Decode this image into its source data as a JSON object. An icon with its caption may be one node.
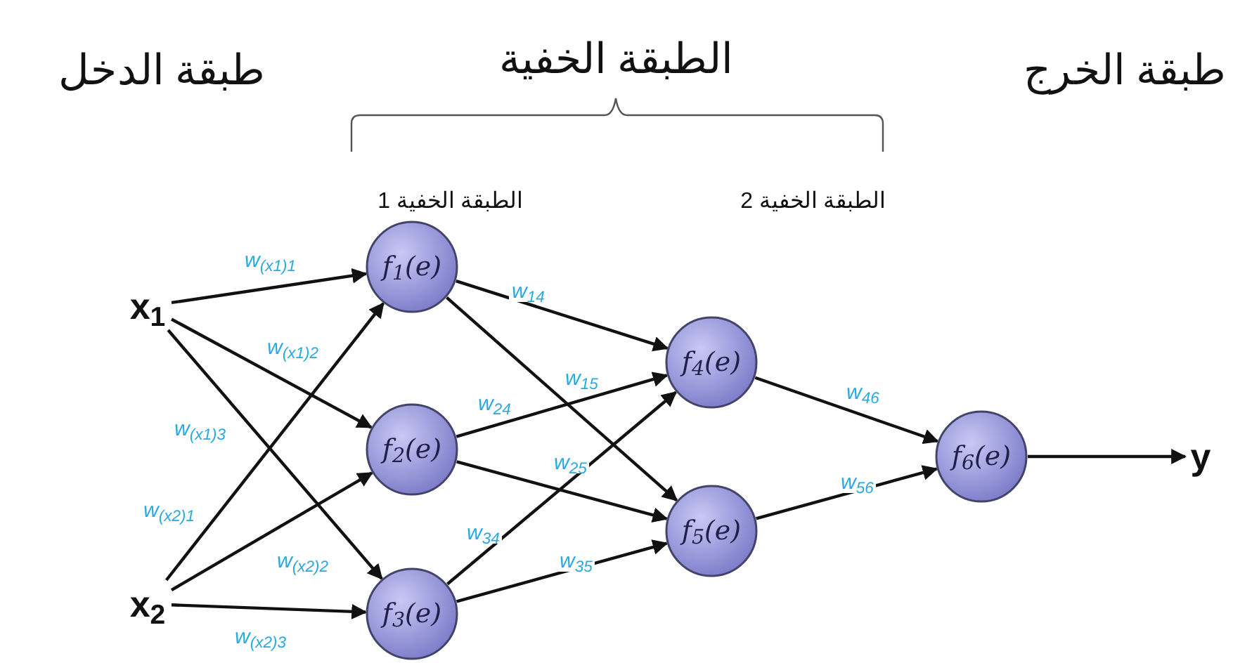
{
  "diagram": {
    "nodes": [
      {
        "text": [
          "x$_{1}$"
        ]
      },
      {
        "text": [
          "x$_{2}$"
        ]
      },
      {
        "text": [
          "f$_{1}$(e)"
        ]
      },
      {
        "text": [
          "f$_{2}$(e)"
        ]
      },
      {
        "text": [
          "f$_{3}$(e)"
        ]
      },
      {
        "text": [
          "f$_{4}$(e)"
        ]
      },
      {
        "text": [
          "f$_{5}$(e)"
        ]
      },
      {
        "text": [
          "f$_{6}$(e)"
        ]
      },
      {
        "text": [
          "y"
        ]
      }
    ],
    "edges": [
      {
        "from": 0,
        "to": 2,
        "arrow": "to",
        "label": "w$_{(x1)1}$"
      },
      {
        "from": 0,
        "to": 3,
        "arrow": "to",
        "label": "w$_{(x1)2}$"
      },
      {
        "from": 0,
        "to": 4,
        "arrow": "to",
        "label": "w$_{(x1)3}$"
      },
      {
        "from": 1,
        "to": 2,
        "arrow": "to",
        "label": "w$_{(x2)1}$"
      },
      {
        "from": 1,
        "to": 3,
        "arrow": "to",
        "label": "w$_{(x2)2}$"
      },
      {
        "from": 1,
        "to": 4,
        "arrow": "to",
        "label": "w$_{(x2)3}$"
      },
      {
        "from": 2,
        "to": 5,
        "arrow": "to",
        "label": "w$_{14}$"
      },
      {
        "from": 2,
        "to": 6,
        "arrow": "to",
        "label": "w$_{15}$"
      },
      {
        "from": 3,
        "to": 5,
        "arrow": "to",
        "label": "w$_{24}$"
      },
      {
        "from": 3,
        "to": 6,
        "arrow": "to",
        "label": "w$_{25}$"
      },
      {
        "from": 4,
        "to": 5,
        "arrow": "to",
        "label": "w$_{34}$"
      },
      {
        "from": 4,
        "to": 6,
        "arrow": "to",
        "label": "w$_{35}$"
      },
      {
        "from": 5,
        "to": 7,
        "arrow": "to",
        "label": "w$_{46}$"
      },
      {
        "from": 6,
        "to": 7,
        "arrow": "to",
        "label": "w$_{56}$"
      },
      {
        "from": 7,
        "to": 8,
        "arrow": "to"
      }
    ],
    "labels": [
      "طبقة الدخل",
      "الطبقة الخفية",
      "طبقة الخرج",
      "الطبقة الخفية 1",
      "الطبقة الخفية 2"
    ]
  }
}
